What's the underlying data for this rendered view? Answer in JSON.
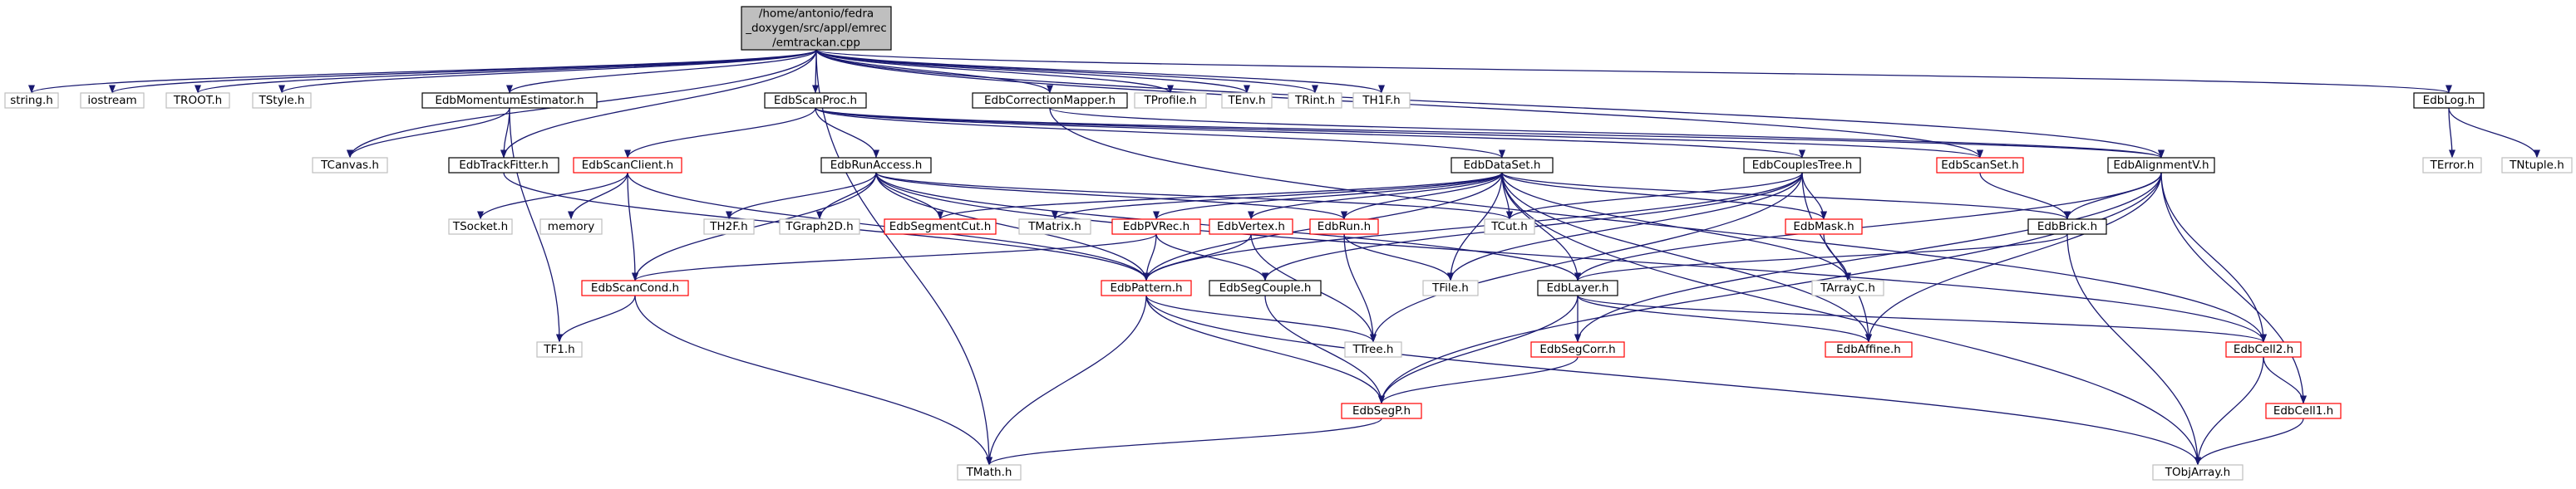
{
  "colors": {
    "edge": "#191970",
    "root_fill": "#bfbfbf",
    "root_border": "#000000",
    "normal_border": "#000000",
    "highlight_border": "#ff0000",
    "external_border": "#bfbfbf",
    "text": "#000000"
  },
  "graph": {
    "root": "emtrackan",
    "nodes": [
      {
        "id": "emtrackan",
        "lines": [
          "/home/antonio/fedra",
          "_doxygen/src/appl/emrec",
          "/emtrackan.cpp"
        ],
        "style": "root"
      },
      {
        "id": "string",
        "lines": [
          "string.h"
        ],
        "style": "external"
      },
      {
        "id": "iostream",
        "lines": [
          "iostream"
        ],
        "style": "external"
      },
      {
        "id": "TROOT",
        "lines": [
          "TROOT.h"
        ],
        "style": "external"
      },
      {
        "id": "TStyle",
        "lines": [
          "TStyle.h"
        ],
        "style": "external"
      },
      {
        "id": "EdbMomentumEstimator",
        "lines": [
          "EdbMomentumEstimator.h"
        ],
        "style": "normal"
      },
      {
        "id": "EdbScanProc",
        "lines": [
          "EdbScanProc.h"
        ],
        "style": "normal"
      },
      {
        "id": "EdbCorrectionMapper",
        "lines": [
          "EdbCorrectionMapper.h"
        ],
        "style": "normal"
      },
      {
        "id": "TProfile",
        "lines": [
          "TProfile.h"
        ],
        "style": "external"
      },
      {
        "id": "TEnv",
        "lines": [
          "TEnv.h"
        ],
        "style": "external"
      },
      {
        "id": "TRint",
        "lines": [
          "TRint.h"
        ],
        "style": "external"
      },
      {
        "id": "TH1F",
        "lines": [
          "TH1F.h"
        ],
        "style": "external"
      },
      {
        "id": "EdbLog",
        "lines": [
          "EdbLog.h"
        ],
        "style": "normal"
      },
      {
        "id": "TCanvas",
        "lines": [
          "TCanvas.h"
        ],
        "style": "external"
      },
      {
        "id": "EdbTrackFitter",
        "lines": [
          "EdbTrackFitter.h"
        ],
        "style": "normal"
      },
      {
        "id": "EdbScanClient",
        "lines": [
          "EdbScanClient.h"
        ],
        "style": "highlight"
      },
      {
        "id": "EdbRunAccess",
        "lines": [
          "EdbRunAccess.h"
        ],
        "style": "normal"
      },
      {
        "id": "EdbDataSet",
        "lines": [
          "EdbDataSet.h"
        ],
        "style": "normal"
      },
      {
        "id": "EdbCouplesTree",
        "lines": [
          "EdbCouplesTree.h"
        ],
        "style": "normal"
      },
      {
        "id": "EdbScanSet",
        "lines": [
          "EdbScanSet.h"
        ],
        "style": "highlight"
      },
      {
        "id": "EdbAlignmentV",
        "lines": [
          "EdbAlignmentV.h"
        ],
        "style": "normal"
      },
      {
        "id": "TError",
        "lines": [
          "TError.h"
        ],
        "style": "external"
      },
      {
        "id": "TNtuple",
        "lines": [
          "TNtuple.h"
        ],
        "style": "external"
      },
      {
        "id": "TSocket",
        "lines": [
          "TSocket.h"
        ],
        "style": "external"
      },
      {
        "id": "memory",
        "lines": [
          "memory"
        ],
        "style": "external"
      },
      {
        "id": "TH2F",
        "lines": [
          "TH2F.h"
        ],
        "style": "external"
      },
      {
        "id": "TGraph2D",
        "lines": [
          "TGraph2D.h"
        ],
        "style": "external"
      },
      {
        "id": "EdbSegmentCut",
        "lines": [
          "EdbSegmentCut.h"
        ],
        "style": "highlight"
      },
      {
        "id": "TMatrix",
        "lines": [
          "TMatrix.h"
        ],
        "style": "external"
      },
      {
        "id": "EdbPVRec",
        "lines": [
          "EdbPVRec.h"
        ],
        "style": "highlight"
      },
      {
        "id": "EdbVertex",
        "lines": [
          "EdbVertex.h"
        ],
        "style": "highlight"
      },
      {
        "id": "EdbRun",
        "lines": [
          "EdbRun.h"
        ],
        "style": "highlight"
      },
      {
        "id": "TCut",
        "lines": [
          "TCut.h"
        ],
        "style": "external"
      },
      {
        "id": "EdbMask",
        "lines": [
          "EdbMask.h"
        ],
        "style": "highlight"
      },
      {
        "id": "EdbBrick",
        "lines": [
          "EdbBrick.h"
        ],
        "style": "normal"
      },
      {
        "id": "EdbScanCond",
        "lines": [
          "EdbScanCond.h"
        ],
        "style": "highlight"
      },
      {
        "id": "EdbPattern",
        "lines": [
          "EdbPattern.h"
        ],
        "style": "highlight"
      },
      {
        "id": "EdbSegCouple",
        "lines": [
          "EdbSegCouple.h"
        ],
        "style": "normal"
      },
      {
        "id": "TFile",
        "lines": [
          "TFile.h"
        ],
        "style": "external"
      },
      {
        "id": "EdbLayer",
        "lines": [
          "EdbLayer.h"
        ],
        "style": "normal"
      },
      {
        "id": "TArrayC",
        "lines": [
          "TArrayC.h"
        ],
        "style": "external"
      },
      {
        "id": "TF1",
        "lines": [
          "TF1.h"
        ],
        "style": "external"
      },
      {
        "id": "TTree",
        "lines": [
          "TTree.h"
        ],
        "style": "external"
      },
      {
        "id": "EdbSegCorr",
        "lines": [
          "EdbSegCorr.h"
        ],
        "style": "highlight"
      },
      {
        "id": "EdbAffine",
        "lines": [
          "EdbAffine.h"
        ],
        "style": "highlight"
      },
      {
        "id": "EdbCell2",
        "lines": [
          "EdbCell2.h"
        ],
        "style": "highlight"
      },
      {
        "id": "EdbSegP",
        "lines": [
          "EdbSegP.h"
        ],
        "style": "highlight"
      },
      {
        "id": "EdbCell1",
        "lines": [
          "EdbCell1.h"
        ],
        "style": "highlight"
      },
      {
        "id": "TMath",
        "lines": [
          "TMath.h"
        ],
        "style": "external"
      },
      {
        "id": "TObjArray",
        "lines": [
          "TObjArray.h"
        ],
        "style": "external"
      }
    ],
    "edges": [
      [
        "emtrackan",
        "string"
      ],
      [
        "emtrackan",
        "iostream"
      ],
      [
        "emtrackan",
        "TROOT"
      ],
      [
        "emtrackan",
        "TStyle"
      ],
      [
        "emtrackan",
        "EdbMomentumEstimator"
      ],
      [
        "emtrackan",
        "EdbScanProc"
      ],
      [
        "emtrackan",
        "EdbCorrectionMapper"
      ],
      [
        "emtrackan",
        "TProfile"
      ],
      [
        "emtrackan",
        "TEnv"
      ],
      [
        "emtrackan",
        "TRint"
      ],
      [
        "emtrackan",
        "TH1F"
      ],
      [
        "emtrackan",
        "EdbLog"
      ],
      [
        "emtrackan",
        "TCanvas"
      ],
      [
        "emtrackan",
        "EdbTrackFitter"
      ],
      [
        "emtrackan",
        "TMath"
      ],
      [
        "emtrackan",
        "EdbScanSet"
      ],
      [
        "emtrackan",
        "EdbAlignmentV"
      ],
      [
        "EdbLog",
        "TError"
      ],
      [
        "EdbLog",
        "TNtuple"
      ],
      [
        "EdbMomentumEstimator",
        "TCanvas"
      ],
      [
        "EdbMomentumEstimator",
        "EdbTrackFitter"
      ],
      [
        "EdbMomentumEstimator",
        "TF1"
      ],
      [
        "EdbTrackFitter",
        "EdbPattern"
      ],
      [
        "EdbScanProc",
        "EdbScanClient"
      ],
      [
        "EdbScanProc",
        "EdbRunAccess"
      ],
      [
        "EdbScanProc",
        "EdbDataSet"
      ],
      [
        "EdbScanProc",
        "EdbCouplesTree"
      ],
      [
        "EdbScanProc",
        "EdbScanSet"
      ],
      [
        "EdbScanProc",
        "EdbAlignmentV"
      ],
      [
        "EdbCorrectionMapper",
        "EdbAlignmentV"
      ],
      [
        "EdbCorrectionMapper",
        "EdbCell2"
      ],
      [
        "EdbScanClient",
        "TSocket"
      ],
      [
        "EdbScanClient",
        "memory"
      ],
      [
        "EdbScanClient",
        "EdbScanCond"
      ],
      [
        "EdbScanClient",
        "EdbPattern"
      ],
      [
        "EdbRunAccess",
        "TH2F"
      ],
      [
        "EdbRunAccess",
        "TGraph2D"
      ],
      [
        "EdbRunAccess",
        "EdbSegmentCut"
      ],
      [
        "EdbRunAccess",
        "EdbScanCond"
      ],
      [
        "EdbRunAccess",
        "EdbPattern"
      ],
      [
        "EdbRunAccess",
        "EdbLayer"
      ],
      [
        "EdbRunAccess",
        "EdbRun"
      ],
      [
        "EdbRunAccess",
        "TCut"
      ],
      [
        "EdbRunAccess",
        "EdbCell2"
      ],
      [
        "EdbDataSet",
        "TMatrix"
      ],
      [
        "EdbDataSet",
        "EdbSegmentCut"
      ],
      [
        "EdbDataSet",
        "EdbPVRec"
      ],
      [
        "EdbDataSet",
        "EdbVertex"
      ],
      [
        "EdbDataSet",
        "EdbRun"
      ],
      [
        "EdbDataSet",
        "TCut"
      ],
      [
        "EdbDataSet",
        "EdbMask"
      ],
      [
        "EdbDataSet",
        "EdbBrick"
      ],
      [
        "EdbDataSet",
        "EdbLayer"
      ],
      [
        "EdbDataSet",
        "TFile"
      ],
      [
        "EdbDataSet",
        "TArrayC"
      ],
      [
        "EdbDataSet",
        "EdbAffine"
      ],
      [
        "EdbDataSet",
        "TObjArray"
      ],
      [
        "EdbDataSet",
        "EdbPattern"
      ],
      [
        "EdbCouplesTree",
        "TCut"
      ],
      [
        "EdbCouplesTree",
        "EdbSegCouple"
      ],
      [
        "EdbCouplesTree",
        "TTree"
      ],
      [
        "EdbCouplesTree",
        "TFile"
      ],
      [
        "EdbCouplesTree",
        "EdbPattern"
      ],
      [
        "EdbCouplesTree",
        "EdbAffine"
      ],
      [
        "EdbCouplesTree",
        "EdbMask"
      ],
      [
        "EdbScanSet",
        "EdbBrick"
      ],
      [
        "EdbAlignmentV",
        "EdbBrick"
      ],
      [
        "EdbAlignmentV",
        "EdbLayer"
      ],
      [
        "EdbAlignmentV",
        "EdbSegCorr"
      ],
      [
        "EdbAlignmentV",
        "EdbAffine"
      ],
      [
        "EdbAlignmentV",
        "EdbCell2"
      ],
      [
        "EdbAlignmentV",
        "EdbCell1"
      ],
      [
        "EdbAlignmentV",
        "EdbSegP"
      ],
      [
        "EdbPVRec",
        "EdbScanCond"
      ],
      [
        "EdbPVRec",
        "EdbPattern"
      ],
      [
        "EdbPVRec",
        "EdbSegCouple"
      ],
      [
        "EdbVertex",
        "EdbPattern"
      ],
      [
        "EdbVertex",
        "TTree"
      ],
      [
        "EdbRun",
        "TFile"
      ],
      [
        "EdbRun",
        "TTree"
      ],
      [
        "EdbMask",
        "TArrayC"
      ],
      [
        "EdbBrick",
        "EdbLayer"
      ],
      [
        "EdbBrick",
        "TObjArray"
      ],
      [
        "EdbScanCond",
        "TF1"
      ],
      [
        "EdbScanCond",
        "TMath"
      ],
      [
        "EdbPattern",
        "TTree"
      ],
      [
        "EdbPattern",
        "EdbSegP"
      ],
      [
        "EdbPattern",
        "TMath"
      ],
      [
        "EdbPattern",
        "TObjArray"
      ],
      [
        "EdbSegCouple",
        "EdbSegP"
      ],
      [
        "EdbLayer",
        "EdbSegCorr"
      ],
      [
        "EdbLayer",
        "EdbAffine"
      ],
      [
        "EdbLayer",
        "EdbCell2"
      ],
      [
        "EdbLayer",
        "EdbSegP"
      ],
      [
        "EdbSegCorr",
        "EdbSegP"
      ],
      [
        "EdbCell2",
        "EdbCell1"
      ],
      [
        "EdbCell2",
        "TObjArray"
      ],
      [
        "EdbCell1",
        "TObjArray"
      ],
      [
        "EdbSegP",
        "TMath"
      ]
    ]
  }
}
